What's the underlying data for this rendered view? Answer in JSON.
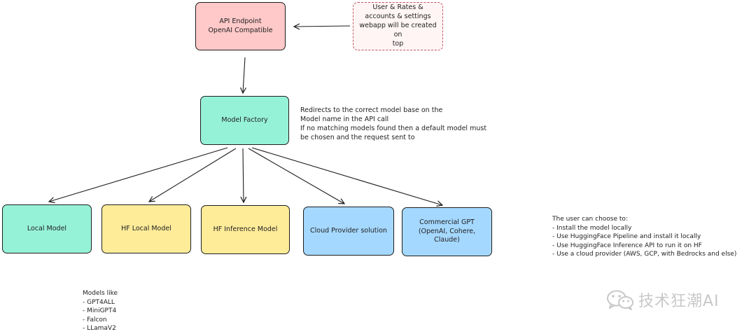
{
  "nodes": {
    "api_endpoint": {
      "text": "API Endpoint\nOpenAI Compatible",
      "fill": "#ffc9c9"
    },
    "webapp_note": {
      "text": "User & Rates &\naccounts & settings\nwebapp will be created on\ntop",
      "fill": "#fff5f5"
    },
    "model_factory": {
      "text": "Model Factory",
      "fill": "#96f2d7"
    },
    "local_model": {
      "text": "Local Model",
      "fill": "#96f2d7"
    },
    "hf_local_model": {
      "text": "HF Local Model",
      "fill": "#ffec99"
    },
    "hf_inference_model": {
      "text": "HF Inference Model",
      "fill": "#ffec99"
    },
    "cloud_provider": {
      "text": "Cloud Provider solution",
      "fill": "#a5d8ff"
    },
    "commercial_gpt": {
      "text": "Commercial GPT\n(OpenAI, Cohere, Claude)",
      "fill": "#a5d8ff"
    }
  },
  "notes": {
    "factory_description": "Redirects to the correct model base on the\nModel name in the API call\nIf no matching models found then a default model must\nbe chosen and the request sent to",
    "user_choices": "The user can choose to:\n- Install the model locally\n- Use HuggingFace Pipeline and install it locally\n- Use HuggingFace Inference API to run it on HF\n- Use a cloud provider (AWS, GCP, with Bedrocks and else)",
    "models_like": "Models like\n- GPT4ALL\n- MiniGPT4\n- Falcon\n- LLamaV2"
  },
  "watermark": {
    "text": "技术狂潮AI",
    "icon": "wechat-icon"
  },
  "colors": {
    "stroke": "#1e1e1e",
    "dashed_border": "#c0555f",
    "watermark": "#c8c8c8"
  }
}
